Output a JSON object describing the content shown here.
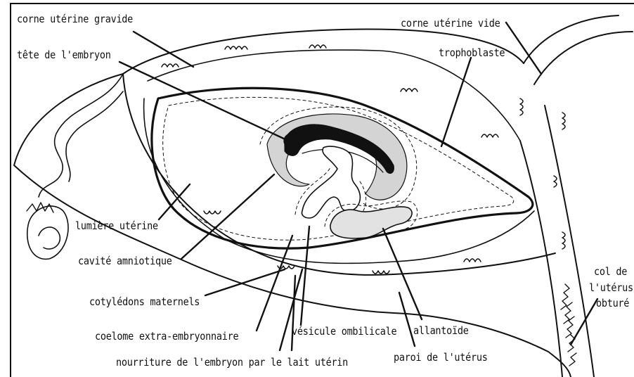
{
  "labels": {
    "corne_uterine_gravide": "corne utérine gravide",
    "tete_embryon": "tête de l'embryon",
    "corne_uterine_vide": "corne utérine vide",
    "trophoblaste": "trophoblaste",
    "lumiere_uterine": "lumière utérine",
    "cavite_amniotique": "cavité amniotique",
    "cotyledons_maternels": "cotylédons maternels",
    "coelome": "coelome extra-embryonnaire",
    "vesicule_ombilicale": "vésicule ombilicale",
    "allantoide": "allantoïde",
    "nourriture": "nourriture de l'embryon par le lait utérin",
    "paroi": "paroi de l'utérus",
    "col_line1": "col de",
    "col_line2": "l'utérus",
    "col_line3": "obturé"
  },
  "colors": {
    "ink": "#111111",
    "shading": "#d4d4d4",
    "stipple": "#e2e2e2",
    "background": "#ffffff"
  }
}
